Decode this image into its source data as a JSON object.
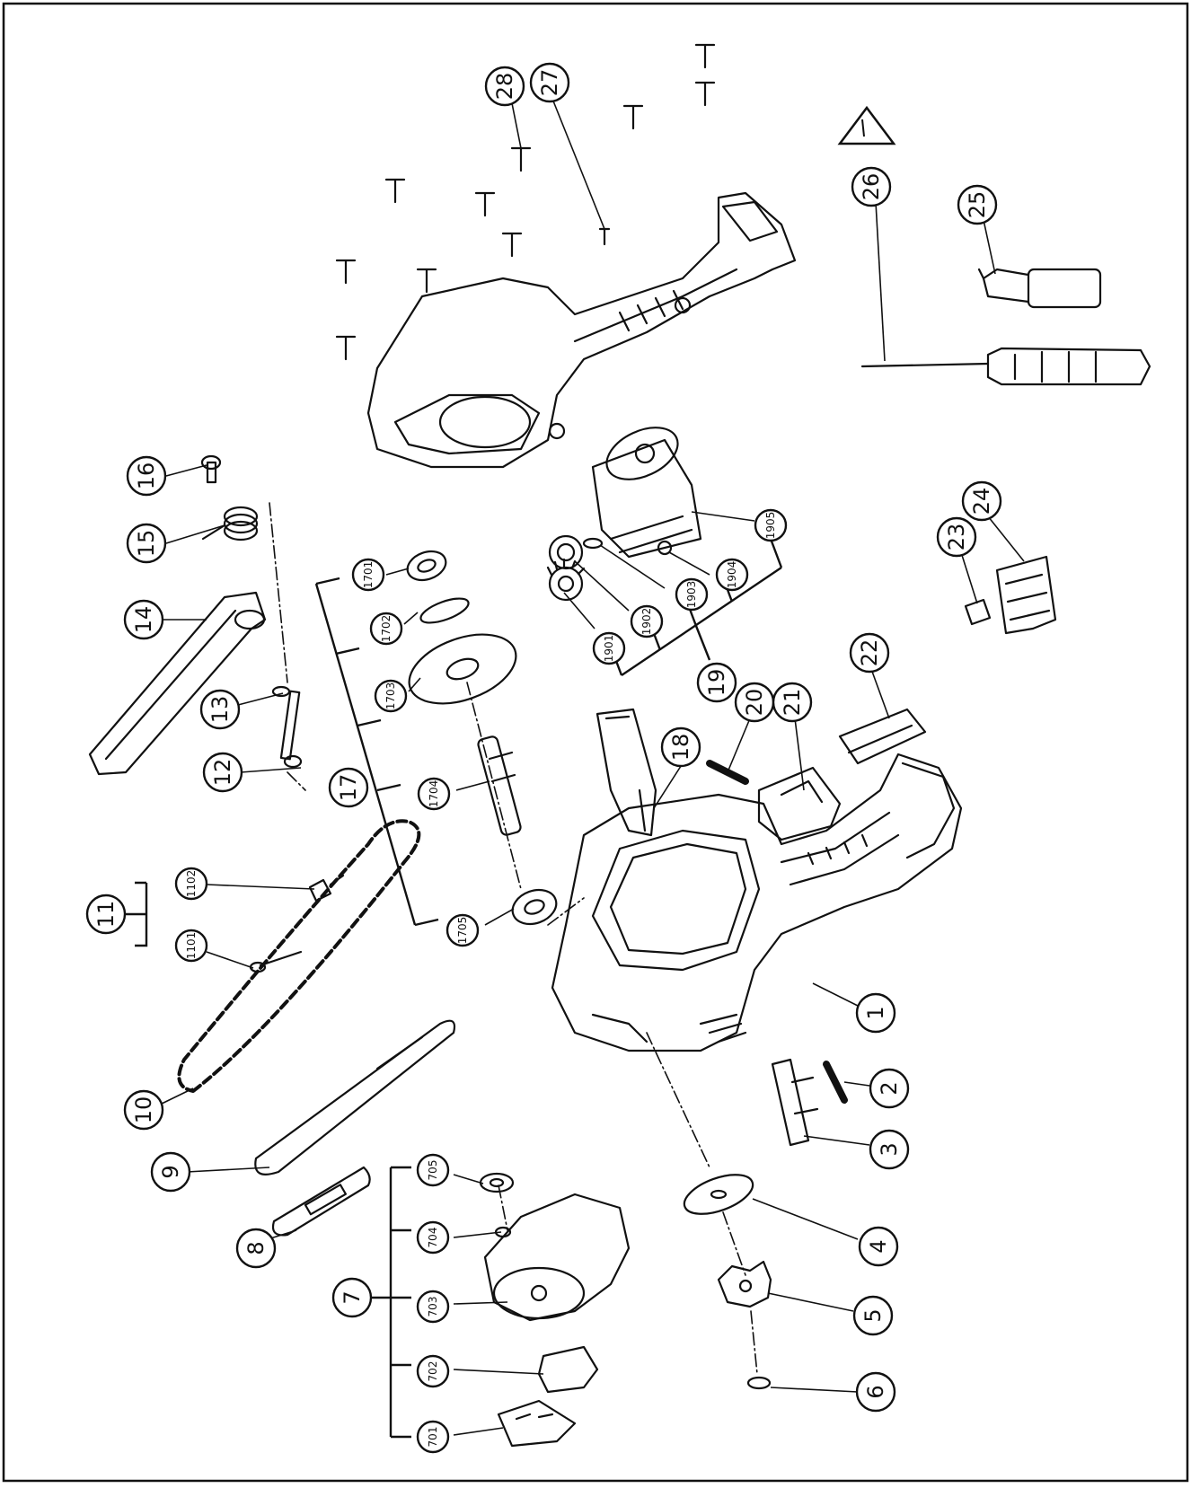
{
  "diagram": {
    "kind": "exploded-parts-view",
    "line_color": "#111111",
    "background": "#ffffff",
    "warning_symbol": "warning-triangle-icon",
    "callouts": [
      {
        "id": "c1",
        "label": "1"
      },
      {
        "id": "c2",
        "label": "2"
      },
      {
        "id": "c3",
        "label": "3"
      },
      {
        "id": "c4",
        "label": "4"
      },
      {
        "id": "c5",
        "label": "5"
      },
      {
        "id": "c6",
        "label": "6"
      },
      {
        "id": "c7",
        "label": "7"
      },
      {
        "id": "c8",
        "label": "8"
      },
      {
        "id": "c9",
        "label": "9"
      },
      {
        "id": "c10",
        "label": "10"
      },
      {
        "id": "c11",
        "label": "11"
      },
      {
        "id": "c12",
        "label": "12"
      },
      {
        "id": "c13",
        "label": "13"
      },
      {
        "id": "c14",
        "label": "14"
      },
      {
        "id": "c15",
        "label": "15"
      },
      {
        "id": "c16",
        "label": "16"
      },
      {
        "id": "c17",
        "label": "17"
      },
      {
        "id": "c18",
        "label": "18"
      },
      {
        "id": "c19",
        "label": "19"
      },
      {
        "id": "c20",
        "label": "20"
      },
      {
        "id": "c21",
        "label": "21"
      },
      {
        "id": "c22",
        "label": "22"
      },
      {
        "id": "c23",
        "label": "23"
      },
      {
        "id": "c24",
        "label": "24"
      },
      {
        "id": "c25",
        "label": "25"
      },
      {
        "id": "c26",
        "label": "26"
      },
      {
        "id": "c27",
        "label": "27"
      },
      {
        "id": "c28",
        "label": "28"
      }
    ],
    "sub_callouts": [
      {
        "id": "s701",
        "label": "701"
      },
      {
        "id": "s702",
        "label": "702"
      },
      {
        "id": "s703",
        "label": "703"
      },
      {
        "id": "s704",
        "label": "704"
      },
      {
        "id": "s705",
        "label": "705"
      },
      {
        "id": "s1101",
        "label": "1101"
      },
      {
        "id": "s1102",
        "label": "1102"
      },
      {
        "id": "s1701",
        "label": "1701"
      },
      {
        "id": "s1702",
        "label": "1702"
      },
      {
        "id": "s1703",
        "label": "1703"
      },
      {
        "id": "s1704",
        "label": "1704"
      },
      {
        "id": "s1705",
        "label": "1705"
      },
      {
        "id": "s1901",
        "label": "1901"
      },
      {
        "id": "s1902",
        "label": "1902"
      },
      {
        "id": "s1903",
        "label": "1903"
      },
      {
        "id": "s1904",
        "label": "1904"
      },
      {
        "id": "s1905",
        "label": "1905"
      }
    ]
  }
}
